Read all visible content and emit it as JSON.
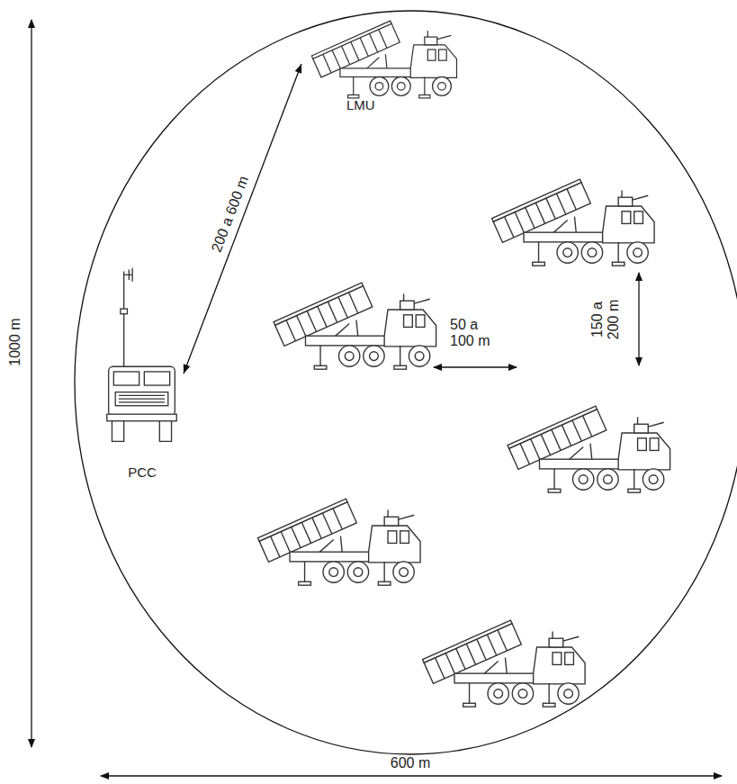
{
  "diagram": {
    "nodes": [
      {
        "text": [
          "LMU"
        ]
      },
      {
        "text": [
          "PCC"
        ]
      }
    ],
    "edges": [
      {
        "from": 1,
        "to": 0,
        "arrow": "both",
        "label": "200 a 600 m"
      }
    ],
    "labels": [
      "50 a 100 m",
      "150 a 200 m",
      "1000 m",
      "600 m"
    ]
  }
}
